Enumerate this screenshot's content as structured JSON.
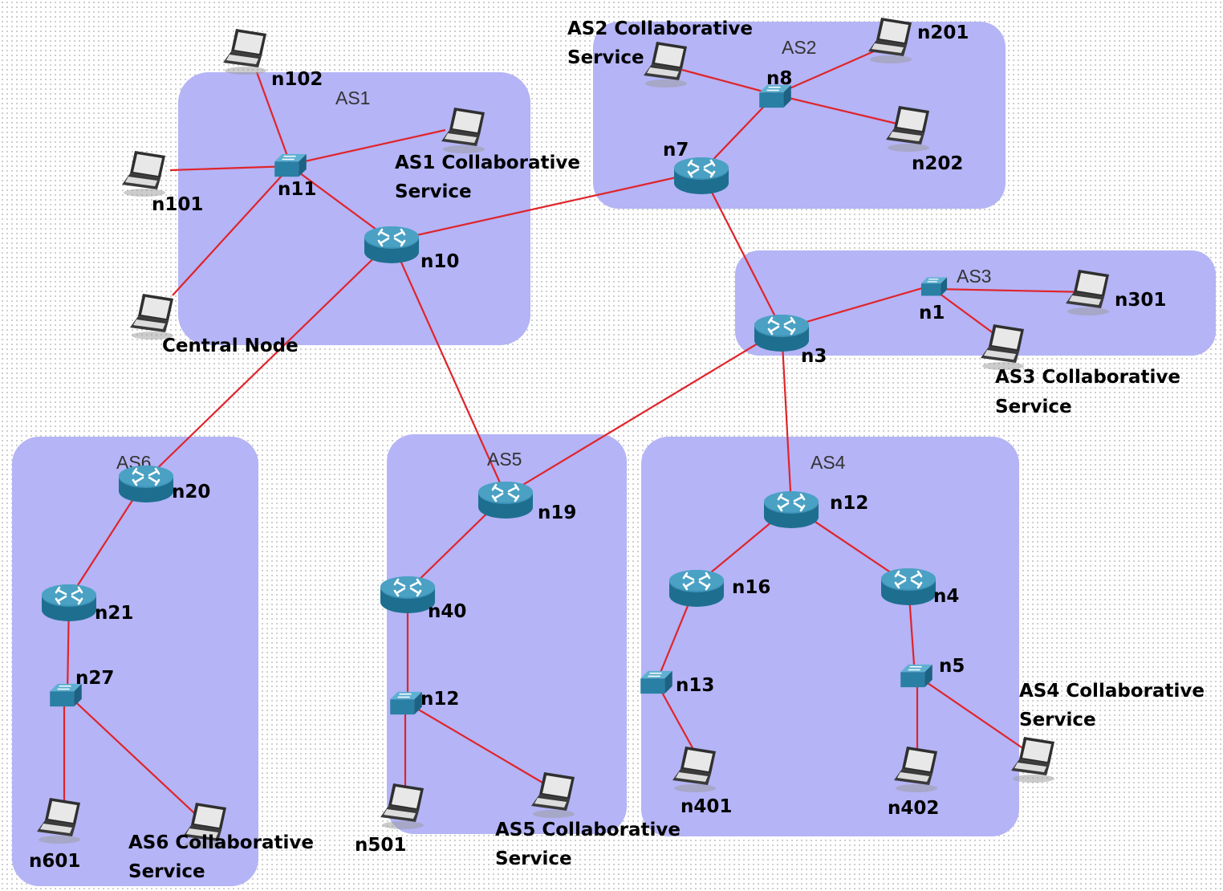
{
  "colors": {
    "as_region": "#b4b4f6",
    "link": "#e0242a",
    "router": "#2b7ea1",
    "switch": "#2a8bb0",
    "laptop": "#333333"
  },
  "as_labels": {
    "as1": "AS1",
    "as2": "AS2",
    "as3": "AS3",
    "as4": "AS4",
    "as5": "AS5",
    "as6": "AS6"
  },
  "nodes": {
    "n102": "n102",
    "n11": "n11",
    "n101": "n101",
    "central": "Central Node",
    "as1_collab_1": "AS1 Collaborative",
    "as1_collab_2": "Service",
    "n10": "n10",
    "n7": "n7",
    "n8": "n8",
    "n201": "n201",
    "n202": "n202",
    "as2_collab_1": "AS2 Collaborative",
    "as2_collab_2": "Service",
    "n1": "n1",
    "n301": "n301",
    "n3": "n3",
    "as3_collab_1": "AS3 Collaborative",
    "as3_collab_2": "Service",
    "n20": "n20",
    "n21": "n21",
    "n27": "n27",
    "n601": "n601",
    "as6_collab_1": "AS6 Collaborative",
    "as6_collab_2": "Service",
    "n19": "n19",
    "n40": "n40",
    "n12_as5": "n12",
    "n501": "n501",
    "as5_collab_1": "AS5 Collaborative",
    "as5_collab_2": "Service",
    "n12_as4": "n12",
    "n16": "n16",
    "n4": "n4",
    "n13": "n13",
    "n5": "n5",
    "n401": "n401",
    "n402": "n402",
    "as4_collab_1": "AS4 Collaborative",
    "as4_collab_2": "Service"
  }
}
